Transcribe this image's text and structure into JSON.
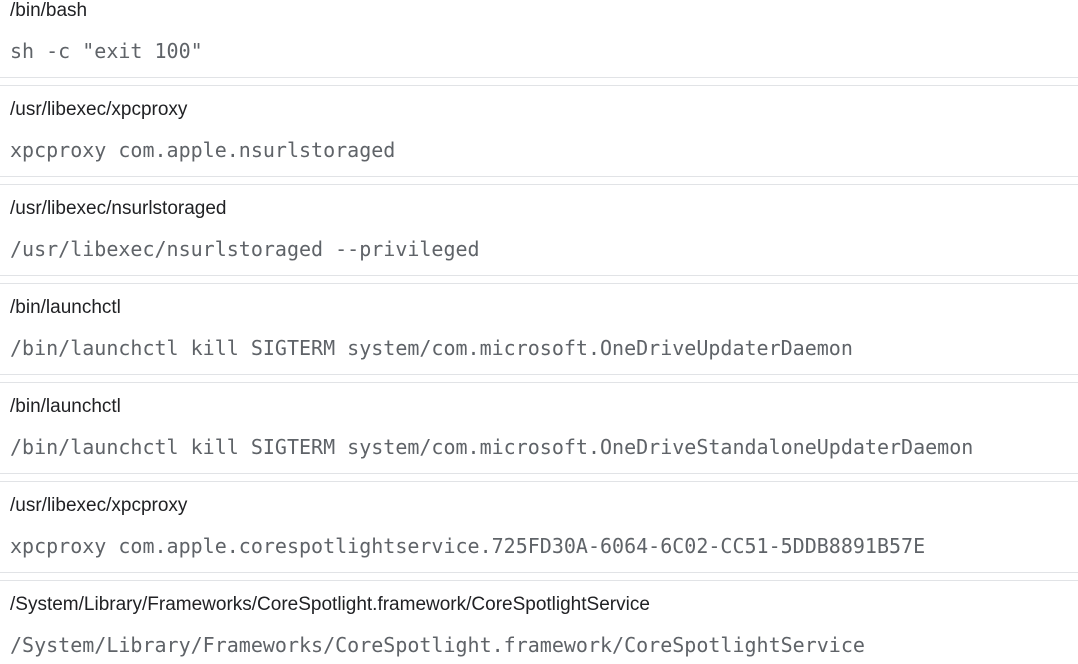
{
  "page": {
    "background_color": "#ffffff",
    "divider_color": "#e1e3e6",
    "path_text_color": "#202124",
    "command_text_color": "#5f6368"
  },
  "entries": [
    {
      "path": "/bin/bash",
      "command": "sh -c \"exit 100\""
    },
    {
      "path": "/usr/libexec/xpcproxy",
      "command": "xpcproxy com.apple.nsurlstoraged"
    },
    {
      "path": "/usr/libexec/nsurlstoraged",
      "command": "/usr/libexec/nsurlstoraged --privileged"
    },
    {
      "path": "/bin/launchctl",
      "command": "/bin/launchctl kill SIGTERM system/com.microsoft.OneDriveUpdaterDaemon"
    },
    {
      "path": "/bin/launchctl",
      "command": "/bin/launchctl kill SIGTERM system/com.microsoft.OneDriveStandaloneUpdaterDaemon"
    },
    {
      "path": "/usr/libexec/xpcproxy",
      "command": "xpcproxy com.apple.corespotlightservice.725FD30A-6064-6C02-CC51-5DDB8891B57E"
    },
    {
      "path": "/System/Library/Frameworks/CoreSpotlight.framework/CoreSpotlightService",
      "command": "/System/Library/Frameworks/CoreSpotlight.framework/CoreSpotlightService"
    }
  ]
}
